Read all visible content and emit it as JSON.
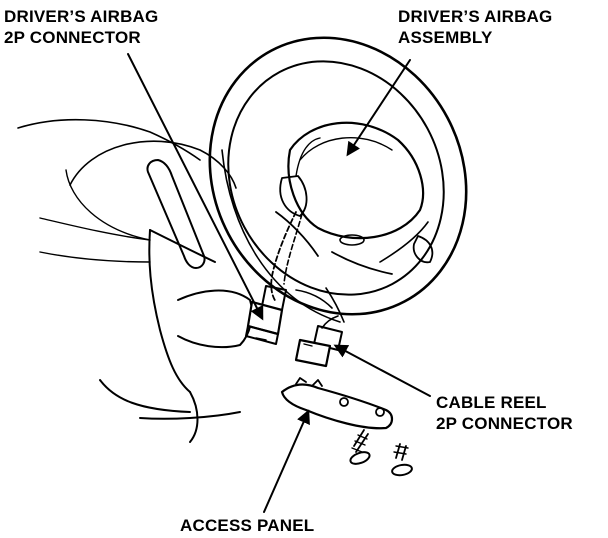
{
  "labels": {
    "driver_airbag_connector": {
      "line1": "DRIVER’S AIRBAG",
      "line2": "2P CONNECTOR"
    },
    "driver_airbag_assembly": {
      "line1": "DRIVER’S AIRBAG",
      "line2": "ASSEMBLY"
    },
    "cable_reel_connector": {
      "line1": "CABLE REEL",
      "line2": "2P CONNECTOR"
    },
    "access_panel": {
      "line1": "ACCESS PANEL"
    }
  },
  "colors": {
    "ink": "#000000",
    "paper": "#ffffff"
  }
}
